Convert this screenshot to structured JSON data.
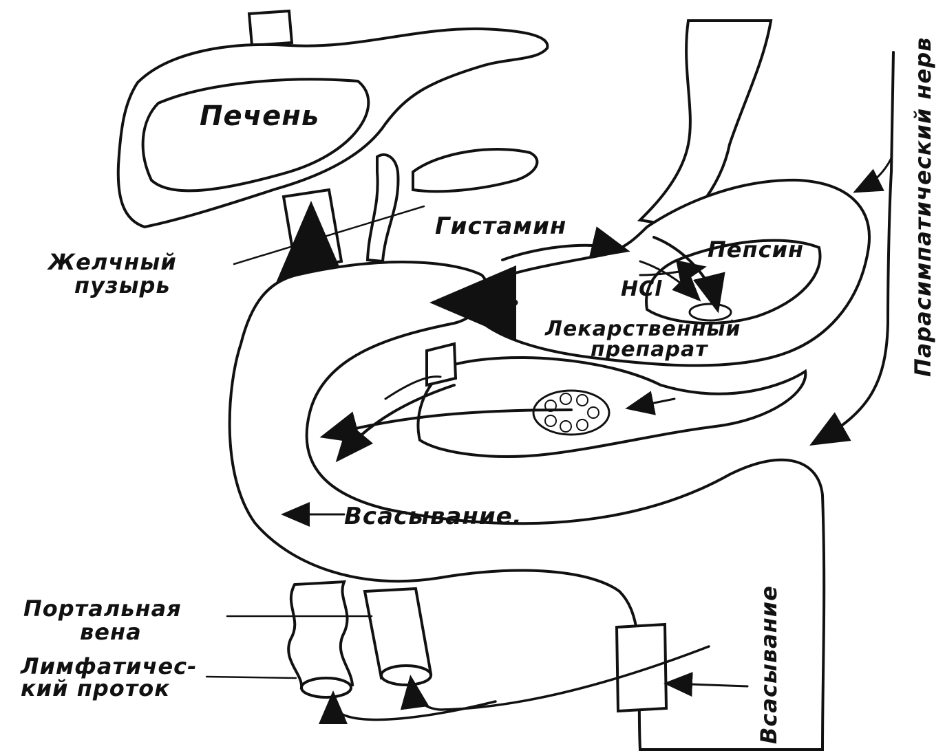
{
  "labels": {
    "liver": "Печень",
    "gallbladder_1": "Желчный",
    "gallbladder_2": "пузырь",
    "histamine": "Гистамин",
    "pepsin": "Пепсин",
    "hcl": "HCl",
    "drug_1": "Лекарственный",
    "drug_2": "препарат",
    "absorption_intestine": "Всасывание.",
    "absorption_lower": "Всасывание",
    "nerve": "Парасимпатический нерв",
    "portal_1": "Портальная",
    "portal_2": "вена",
    "lymph_1": "Лимфатичес-",
    "lymph_2": "кий проток"
  },
  "colors": {
    "ink": "#111111",
    "paper": "#ffffff"
  }
}
